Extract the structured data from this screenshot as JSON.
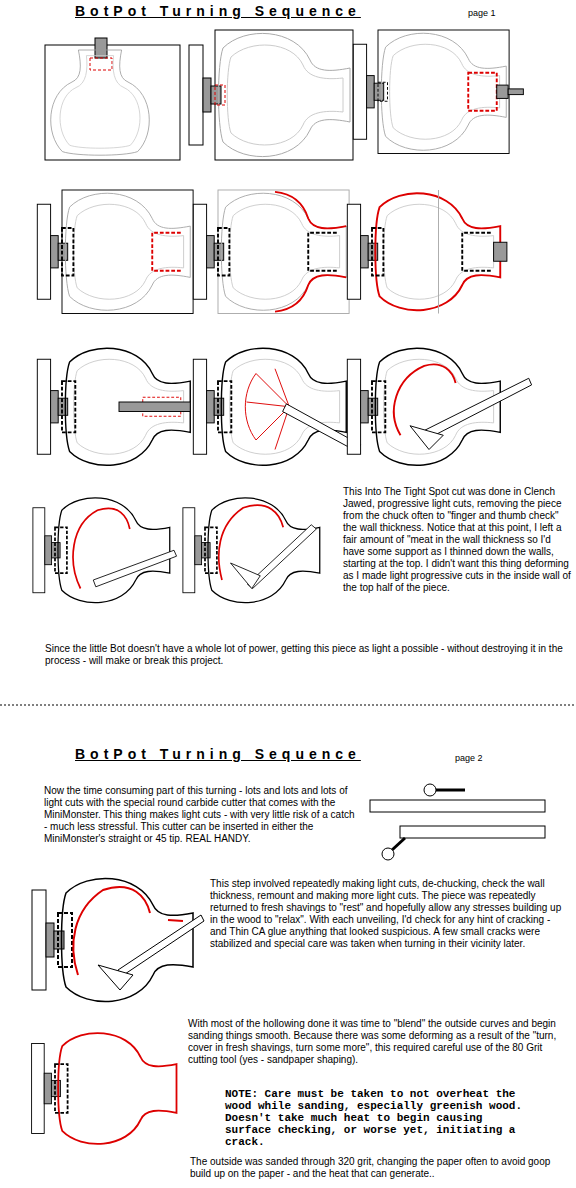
{
  "diagram": {
    "title": "BotPot Turning Sequence",
    "labels": [
      "page 1",
      "This Into The Tight Spot cut was done in Clench Jawed, progressive light cuts, removing the piece from the chuck often to \"finger and thumb check\" the wall thickness. Notice that at this point, I left a fair amount of \"meat in the wall thickness so I'd have some support as I thinned down the walls, starting at the top. I didn't want this thing deforming as I made light progressive cuts in the inside wall of the top half of the piece.",
      "Since the little Bot doesn't have a whole lot of power, getting this piece as light a possible - without destroying it in the process - will make or break this project.",
      "BotPot Turning Sequence",
      "page 2",
      "Now the time consuming part of this turning - lots and lots and lots of light cuts with the special round carbide cutter that comes with the MiniMonster. This thing makes light cuts - with very little risk of a catch - much less stressful. This cutter can be inserted in either the MiniMonster's straight or 45 tip. REAL HANDY.",
      "This step involved repeatedly making light cuts, de-chucking, check the wall thickness, remount and making more light cuts. The piece was repeatedly returned to fresh shavings to \"rest\" and hopefully allow any stresses building up in the wood to \"relax\". With each unveiling, I'd check for any hint of cracking - and Thin CA glue anything that looked suspicious. A few small cracks were stabilized and special care was taken when turning in their vicinity later.",
      "With most of the hollowing done it was time to \"blend\" the outside curves and begin sanding things smooth. Because there was some deforming as a result of the \"turn, cover in fresh shavings, turn some more\", this required careful use of the 80 Grit cutting tool (yes - sandpaper shaping).",
      "NOTE: Care must be taken to not overheat the wood while sanding, especially greenish wood. Doesn't take much heat to begin causing surface checking, or worse yet, initiating a crack.",
      "The outside was sanded through 320 grit, changing the paper often to avoid goop build up on the paper - and the heat that can generate.."
    ]
  }
}
